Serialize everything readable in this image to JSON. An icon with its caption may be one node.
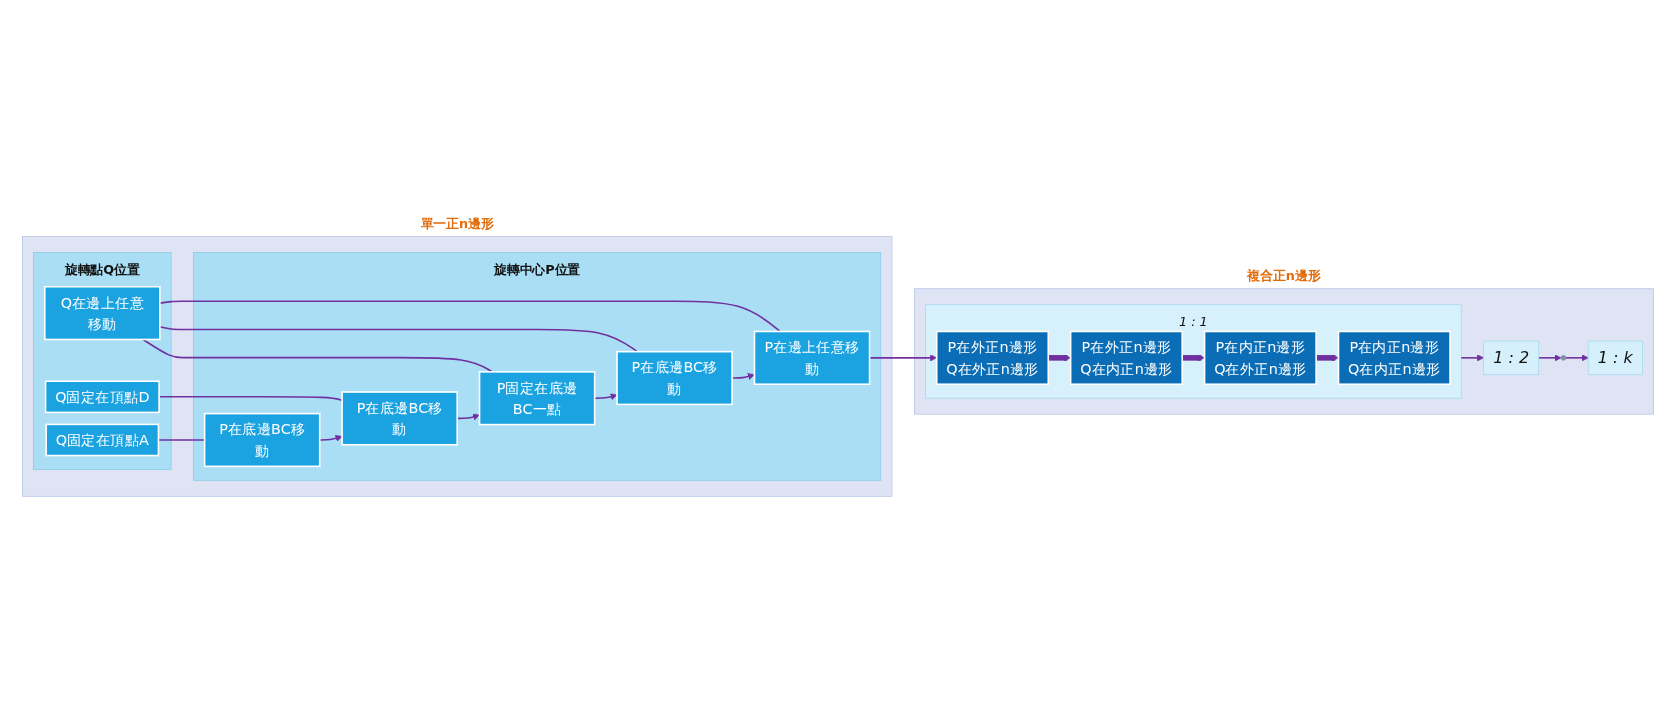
{
  "diagram": {
    "nodes": [
      {
        "text": [
          "單一正n邊形"
        ]
      },
      {
        "text": [
          "旋轉點Q位置"
        ],
        "in": 0
      },
      {
        "text": [
          "Q固定在頂點A"
        ],
        "in": 1
      },
      {
        "text": [
          "Q固定在頂點D"
        ],
        "in": 1
      },
      {
        "text": [
          "Q在邊上任意移動"
        ],
        "in": 1
      },
      {
        "text": [
          "旋轉中心P位置"
        ],
        "in": 0
      },
      {
        "text": [
          "P在底邊BC移動"
        ],
        "in": 5
      },
      {
        "text": [
          "P在底邊BC移動"
        ],
        "in": 5
      },
      {
        "text": [
          "P固定在底邊BC一點"
        ],
        "in": 5
      },
      {
        "text": [
          "P在底邊BC移動"
        ],
        "in": 5
      },
      {
        "text": [
          "P在邊上任意移動"
        ],
        "in": 5
      },
      {
        "text": [
          "複合正n邊形"
        ]
      },
      {
        "text": [
          "1 : 1"
        ],
        "in": 11
      },
      {
        "text": [
          "P在内正n邊形",
          "Q在内正n邊形"
        ],
        "in": 12
      },
      {
        "text": [
          "P在内正n邊形",
          "Q在外正n邊形"
        ],
        "in": 12
      },
      {
        "text": [
          "P在外正n邊形",
          "Q在内正n邊形"
        ],
        "in": 12
      },
      {
        "text": [
          "P在外正n邊形",
          "Q在外正n邊形"
        ],
        "in": 12
      },
      {
        "text": [
          "1 : 2"
        ],
        "in": 11
      },
      {
        "text": [],
        "shape": "circle",
        "in": 11
      },
      {
        "text": [
          "1 : k"
        ],
        "in": 11
      }
    ],
    "edges": [
      {
        "from": 2,
        "to": 6,
        "arrow": "none"
      },
      {
        "from": 3,
        "to": 7,
        "arrow": "none"
      },
      {
        "from": 4,
        "to": 8,
        "arrow": "none"
      },
      {
        "from": 4,
        "to": 9,
        "arrow": "none"
      },
      {
        "from": 4,
        "to": 10,
        "arrow": "none"
      },
      {
        "from": 6,
        "to": 7,
        "arrow": "to"
      },
      {
        "from": 7,
        "to": 8,
        "arrow": "to"
      },
      {
        "from": 8,
        "to": 9,
        "arrow": "to"
      },
      {
        "from": 9,
        "to": 10,
        "arrow": "to"
      },
      {
        "from": 10,
        "to": 16,
        "arrow": "to"
      },
      {
        "from": 16,
        "to": 15,
        "arrow": "to",
        "style": "thick"
      },
      {
        "from": 15,
        "to": 14,
        "arrow": "to",
        "style": "thick"
      },
      {
        "from": 14,
        "to": 13,
        "arrow": "to",
        "style": "thick"
      },
      {
        "from": 12,
        "to": 17,
        "arrow": "to"
      },
      {
        "from": 17,
        "to": 18,
        "arrow": "to"
      },
      {
        "from": 18,
        "to": 19,
        "arrow": "to"
      }
    ]
  }
}
